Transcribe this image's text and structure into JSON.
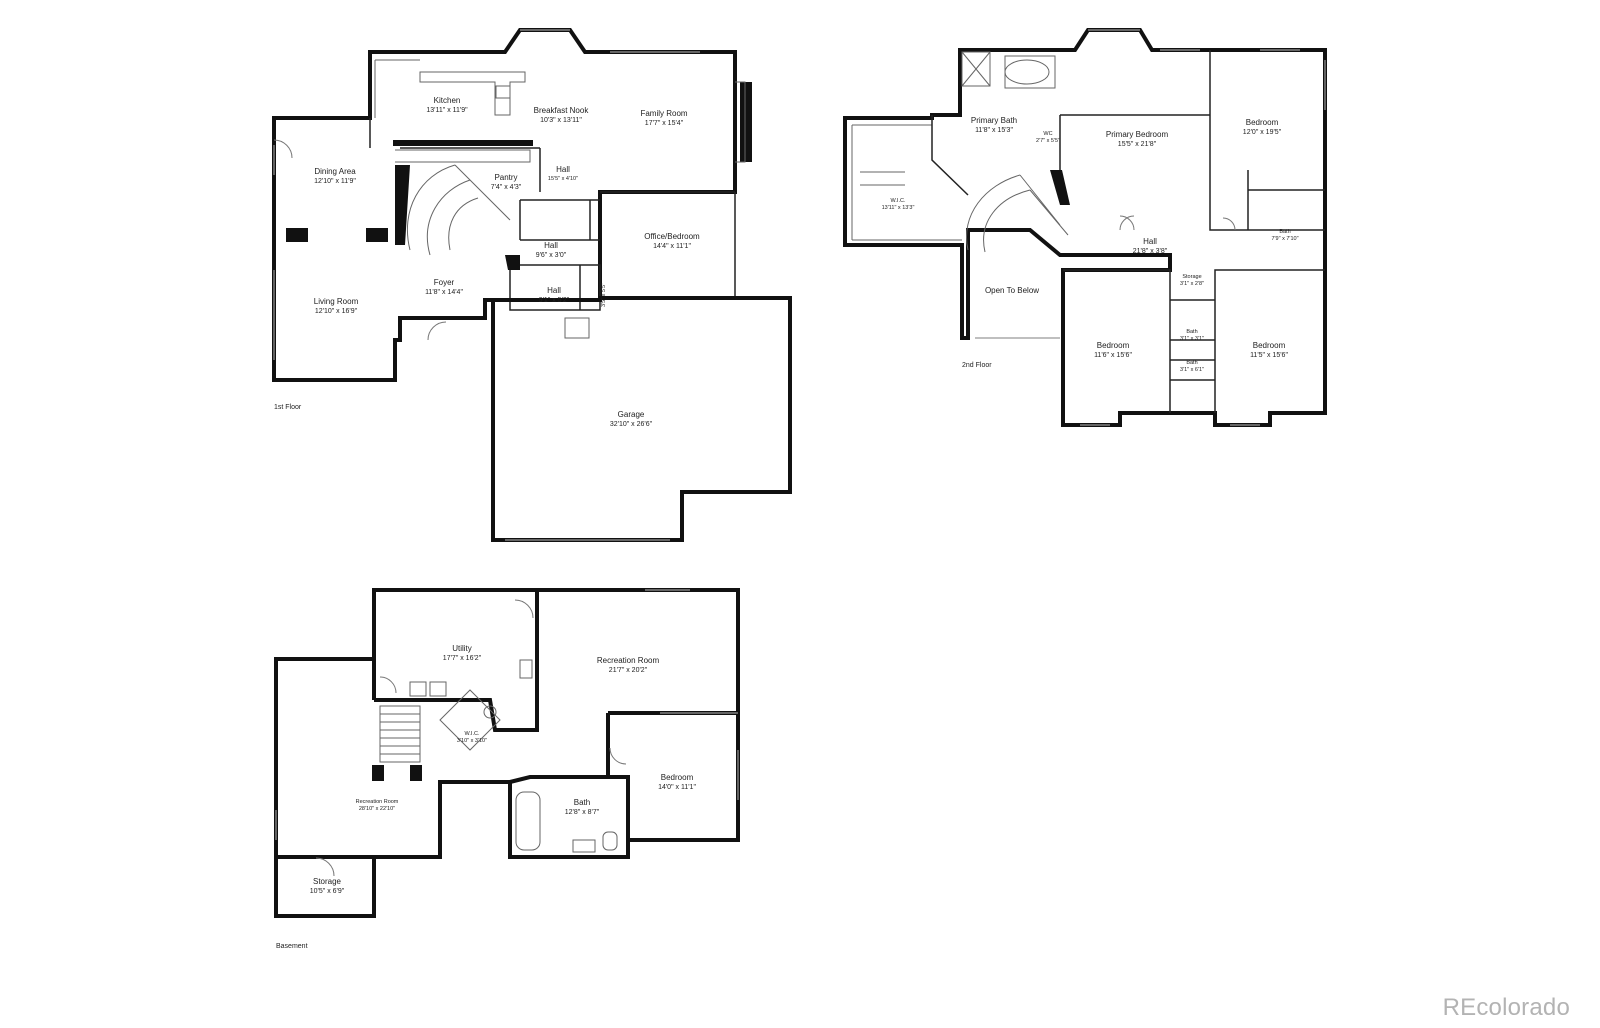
{
  "floors": {
    "first": "1st Floor",
    "second": "2nd Floor",
    "basement": "Basement"
  },
  "rooms": {
    "kitchen": {
      "name": "Kitchen",
      "dim": "13'11\" x 11'9\""
    },
    "breakfast_nook": {
      "name": "Breakfast Nook",
      "dim": "10'3\" x 13'11\""
    },
    "family_room": {
      "name": "Family Room",
      "dim": "17'7\" x 15'4\""
    },
    "dining_area": {
      "name": "Dining Area",
      "dim": "12'10\" x 11'9\""
    },
    "pantry": {
      "name": "Pantry",
      "dim": "7'4\" x 4'3\""
    },
    "hall_1": {
      "name": "Hall",
      "dim": "15'5\" x 4'10\""
    },
    "hall_2": {
      "name": "Hall",
      "dim": "9'6\" x 3'0\""
    },
    "hall_3": {
      "name": "Hall",
      "dim": "9'1\" x 5'2\""
    },
    "office": {
      "name": "Office/Bedroom",
      "dim": "14'4\" x 11'1\""
    },
    "foyer": {
      "name": "Foyer",
      "dim": "11'8\" x 14'4\""
    },
    "living_room": {
      "name": "Living Room",
      "dim": "12'10\" x 16'9\""
    },
    "garage": {
      "name": "Garage",
      "dim": "32'10\" x 26'6\""
    },
    "wc_1": {
      "dim": "3'5\" x 5'5\""
    },
    "primary_bath": {
      "name": "Primary Bath",
      "dim": "11'8\" x 15'3\""
    },
    "primary_bedroom": {
      "name": "Primary Bedroom",
      "dim": "15'5\" x 21'8\""
    },
    "bedroom_ne": {
      "name": "Bedroom",
      "dim": "12'0\" x 19'5\""
    },
    "wic_2": {
      "name": "W.I.C.",
      "dim": "13'11\" x 13'3\""
    },
    "wc_2": {
      "name": "WC",
      "dim": "2'7\" x 5'5\""
    },
    "hall_up": {
      "name": "Hall",
      "dim": "21'8\" x 3'8\""
    },
    "bath_e": {
      "name": "Bath",
      "dim": "7'9\" x 7'10\""
    },
    "open_below": {
      "name": "Open To Below"
    },
    "storage_up": {
      "name": "Storage",
      "dim": "3'1\" x 2'8\""
    },
    "bath_small_1": {
      "name": "Bath",
      "dim": "3'1\" x 3'1\""
    },
    "bath_small_2": {
      "name": "Bath",
      "dim": "3'1\" x 6'1\""
    },
    "bedroom_sw": {
      "name": "Bedroom",
      "dim": "11'6\" x 15'6\""
    },
    "bedroom_se": {
      "name": "Bedroom",
      "dim": "11'5\" x 15'6\""
    },
    "utility": {
      "name": "Utility",
      "dim": "17'7\" x 16'2\""
    },
    "rec_room_1": {
      "name": "Recreation Room",
      "dim": "21'7\" x 20'2\""
    },
    "wic_b": {
      "name": "W.I.C.",
      "dim": "3'10\" x 3'10\""
    },
    "rec_room_2": {
      "name": "Recreation Room",
      "dim": "28'10\" x 22'10\""
    },
    "bedroom_b": {
      "name": "Bedroom",
      "dim": "14'0\" x 11'1\""
    },
    "bath_b": {
      "name": "Bath",
      "dim": "12'8\" x 8'7\""
    },
    "storage_b": {
      "name": "Storage",
      "dim": "10'5\" x 6'9\""
    }
  },
  "brand": "REcolorado"
}
